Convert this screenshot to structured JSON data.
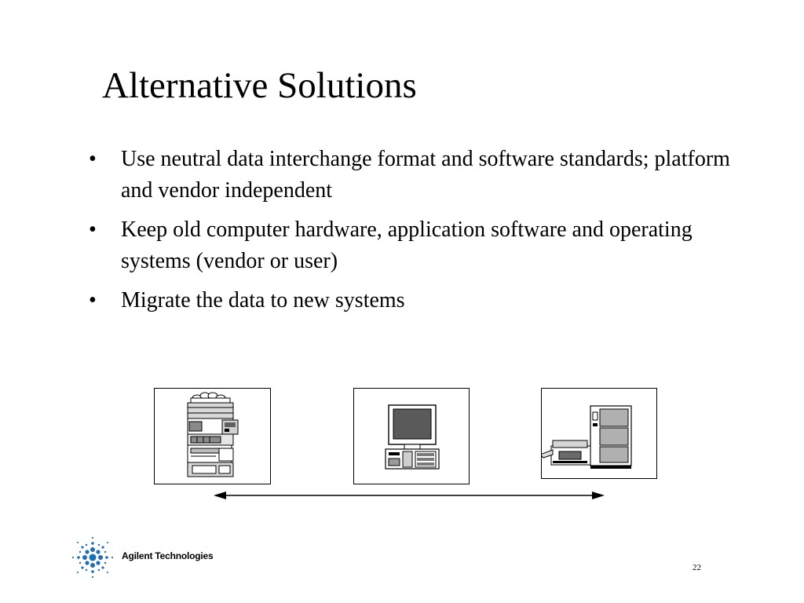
{
  "slide": {
    "title": "Alternative Solutions",
    "bullets": [
      {
        "marker": "•",
        "text": "Use neutral data interchange format and software standards; platform and vendor independent"
      },
      {
        "marker": "•",
        "text": "Keep old computer hardware, application software and operating systems (vendor or user)"
      },
      {
        "marker": "•",
        "text": "Migrate the data to new systems"
      }
    ],
    "illustrations": [
      {
        "icon": "lab-instrument-stack-icon"
      },
      {
        "icon": "desktop-computer-icon"
      },
      {
        "icon": "server-with-printer-icon"
      }
    ],
    "connector": {
      "icon": "double-headed-arrow-icon"
    }
  },
  "footer": {
    "logo_icon": "agilent-spark-logo-icon",
    "company": "Agilent Technologies",
    "page_number": "22"
  },
  "colors": {
    "logo_blue": "#1f6fb2",
    "text": "#000000",
    "background": "#ffffff"
  }
}
